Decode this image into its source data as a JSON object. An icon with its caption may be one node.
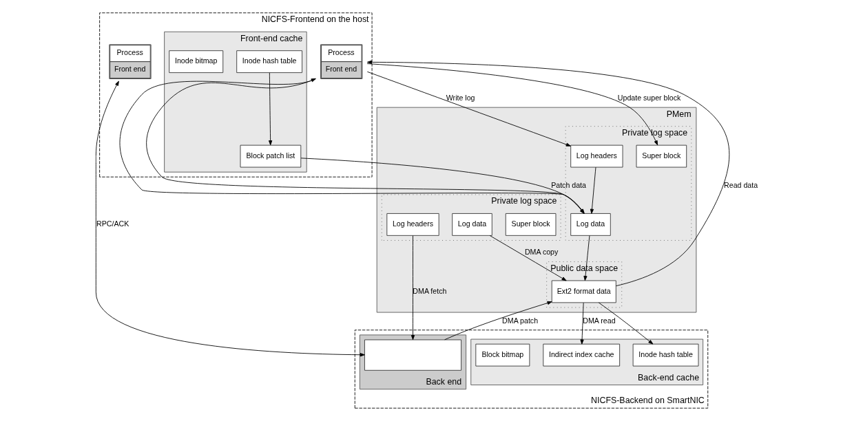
{
  "diagram": {
    "nodes": [
      {
        "text": [
          "NICFS-Frontend on the host"
        ]
      },
      {
        "text": [
          "Process",
          "Front end"
        ],
        "in": 0
      },
      {
        "text": [
          "Process",
          "Front end"
        ],
        "in": 0
      },
      {
        "text": [
          "Front-end cache"
        ],
        "in": 0
      },
      {
        "text": [
          "Block patch list"
        ],
        "in": 3
      },
      {
        "text": [
          "Inode hash table"
        ],
        "in": 3
      },
      {
        "text": [
          "Inode bitmap"
        ],
        "in": 3
      },
      {
        "text": [
          "PMem"
        ]
      },
      {
        "text": [
          "Private log space"
        ],
        "in": 7
      },
      {
        "text": [
          "Super block"
        ],
        "in": 8
      },
      {
        "text": [
          "Log headers"
        ],
        "in": 8
      },
      {
        "text": [
          "Log data"
        ],
        "in": 8
      },
      {
        "text": [
          "Private log space"
        ],
        "in": 7
      },
      {
        "text": [
          "Super block"
        ],
        "in": 12
      },
      {
        "text": [
          "Log headers"
        ],
        "in": 12
      },
      {
        "text": [
          "Log data"
        ],
        "in": 12
      },
      {
        "text": [
          "Public data space"
        ],
        "in": 7
      },
      {
        "text": [
          "Ext2 format data"
        ],
        "in": 16
      },
      {
        "text": [
          "NICFS-Backend on SmartNIC"
        ]
      },
      {
        "text": [
          "Back end"
        ],
        "in": 18
      },
      {
        "text": [],
        "shape": "box",
        "in": 19
      },
      {
        "text": [
          "Back-end cache"
        ],
        "in": 18
      },
      {
        "text": [
          "Indirect index cache"
        ],
        "in": 21
      },
      {
        "text": [
          "Inode hash table"
        ],
        "in": 21
      },
      {
        "text": [
          "Block bitmap"
        ],
        "in": 21
      }
    ],
    "edges": [
      {
        "from": 1,
        "to": 20,
        "arrow": "both",
        "label": "RPC/ACK"
      },
      {
        "from": 2,
        "to": 13,
        "arrow": "to",
        "label": "Update super block"
      },
      {
        "from": 2,
        "to": 14,
        "arrow": "to",
        "label": "Write log"
      },
      {
        "from": 2,
        "to": 15,
        "arrow": "to"
      },
      {
        "from": 17,
        "to": 2,
        "arrow": "to",
        "label": "Read data"
      },
      {
        "from": 15,
        "to": 2,
        "arrow": "to"
      },
      {
        "from": 5,
        "to": 4,
        "arrow": "to"
      },
      {
        "from": 4,
        "to": 15,
        "arrow": "to",
        "label": "Patch data"
      },
      {
        "from": 10,
        "to": 20,
        "arrow": "to",
        "label": "DMA fetch"
      },
      {
        "from": 11,
        "to": 17,
        "arrow": "to",
        "label": "DMA copy"
      },
      {
        "from": 14,
        "to": 15,
        "arrow": "to"
      },
      {
        "from": 15,
        "to": 17,
        "arrow": "to"
      },
      {
        "from": 20,
        "to": 17,
        "arrow": "to",
        "label": "DMA patch"
      },
      {
        "from": 17,
        "to": 22,
        "arrow": "to",
        "label": "DMA read"
      },
      {
        "from": 17,
        "to": 23,
        "arrow": "to"
      }
    ]
  }
}
